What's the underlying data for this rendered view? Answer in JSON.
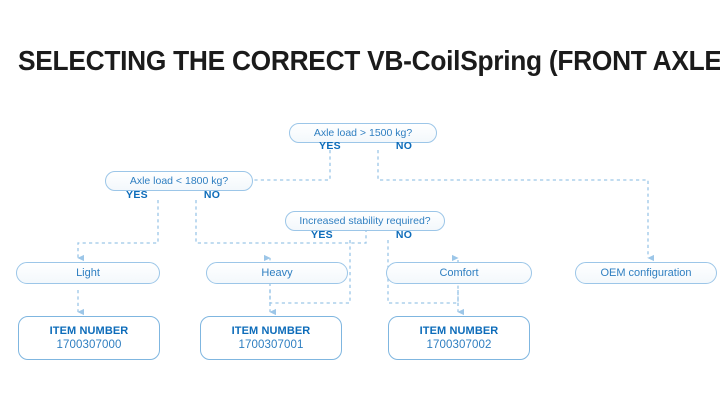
{
  "title": "SELECTING THE CORRECT VB-CoilSpring (FRONT AXLE)",
  "colors": {
    "title_text": "#1b1b1b",
    "node_border": "#9cc6e8",
    "node_text": "#2f7fc1",
    "branch_label": "#0d6cba",
    "connector": "#9cc6e8",
    "item_border": "#7fb6e0",
    "background": "#ffffff"
  },
  "flow": {
    "decisions": [
      {
        "id": "d1",
        "label": "Axle load > 1500 kg?",
        "yes": "YES",
        "no": "NO"
      },
      {
        "id": "d2",
        "label": "Axle load < 1800 kg?",
        "yes": "YES",
        "no": "NO"
      },
      {
        "id": "d3",
        "label": "Increased stability required?",
        "yes": "YES",
        "no": "NO"
      }
    ],
    "outcomes": [
      {
        "id": "o1",
        "label": "Light"
      },
      {
        "id": "o2",
        "label": "Heavy"
      },
      {
        "id": "o3",
        "label": "Comfort"
      },
      {
        "id": "o4",
        "label": "OEM configuration"
      }
    ],
    "items": [
      {
        "id": "i1",
        "title": "ITEM NUMBER",
        "value": "1700307000"
      },
      {
        "id": "i2",
        "title": "ITEM NUMBER",
        "value": "1700307001"
      },
      {
        "id": "i3",
        "title": "ITEM NUMBER",
        "value": "1700307002"
      }
    ],
    "edges": [
      {
        "from": "d1",
        "branch": "YES",
        "to": "d2"
      },
      {
        "from": "d1",
        "branch": "NO",
        "to": "o4"
      },
      {
        "from": "d2",
        "branch": "YES",
        "to": "o1"
      },
      {
        "from": "d2",
        "branch": "NO",
        "to": "d3"
      },
      {
        "from": "d3",
        "branch": "YES",
        "to": "o2"
      },
      {
        "from": "d3",
        "branch": "NO",
        "to": "o3"
      },
      {
        "from": "o1",
        "branch": "",
        "to": "i1"
      },
      {
        "from": "o2",
        "branch": "",
        "to": "i2"
      },
      {
        "from": "o3",
        "branch": "",
        "to": "i3"
      }
    ]
  }
}
